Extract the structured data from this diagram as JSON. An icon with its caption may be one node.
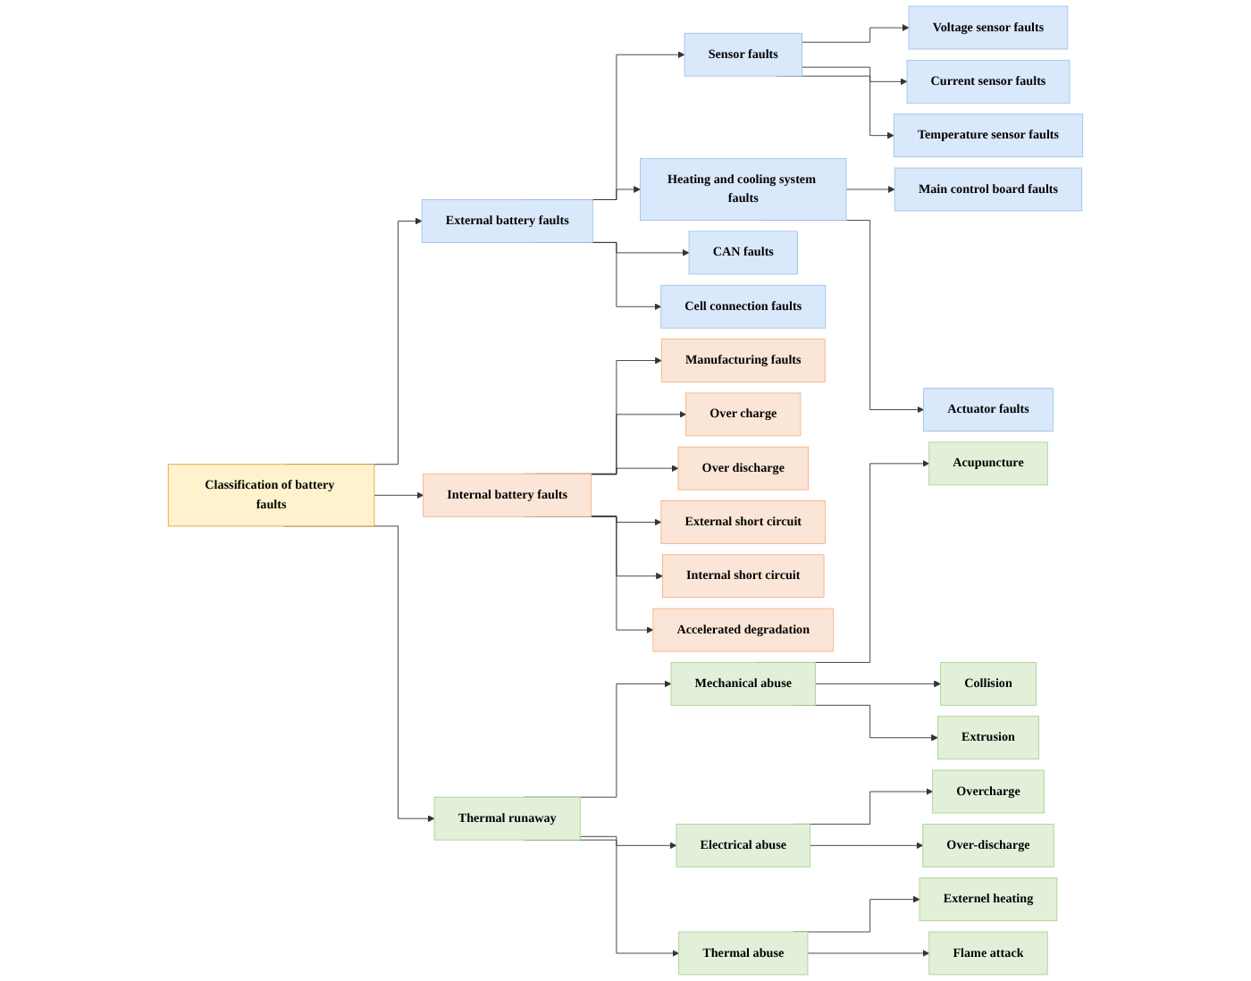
{
  "diagram": {
    "nodes": [
      {
        "text": [
          "Classification of battery faults"
        ]
      },
      {
        "text": [
          "External battery faults"
        ]
      },
      {
        "text": [
          "Sensor faults"
        ]
      },
      {
        "text": [
          "Voltage sensor faults"
        ]
      },
      {
        "text": [
          "Current sensor faults"
        ]
      },
      {
        "text": [
          "Temperature sensor faults"
        ]
      },
      {
        "text": [
          "Heating and cooling system faults"
        ]
      },
      {
        "text": [
          "Main control board faults"
        ]
      },
      {
        "text": [
          "Actuator faults"
        ]
      },
      {
        "text": [
          "CAN faults"
        ]
      },
      {
        "text": [
          "Cell connection faults"
        ]
      },
      {
        "text": [
          "Internal battery faults"
        ]
      },
      {
        "text": [
          "Manufacturing faults"
        ]
      },
      {
        "text": [
          "Over charge"
        ]
      },
      {
        "text": [
          "Over discharge"
        ]
      },
      {
        "text": [
          "External short circuit"
        ]
      },
      {
        "text": [
          "Internal short circuit"
        ]
      },
      {
        "text": [
          "Accelerated degradation"
        ]
      },
      {
        "text": [
          "Thermal runaway"
        ]
      },
      {
        "text": [
          "Mechanical abuse"
        ]
      },
      {
        "text": [
          "Acupuncture"
        ]
      },
      {
        "text": [
          "Collision"
        ]
      },
      {
        "text": [
          "Extrusion"
        ]
      },
      {
        "text": [
          "Electrical abuse"
        ]
      },
      {
        "text": [
          "Overcharge"
        ]
      },
      {
        "text": [
          "Over-discharge"
        ]
      },
      {
        "text": [
          "Thermal abuse"
        ]
      },
      {
        "text": [
          "Externel heating"
        ]
      },
      {
        "text": [
          "Flame attack"
        ]
      }
    ],
    "edges": [
      {
        "from": 0,
        "to": 1,
        "arrow": "to"
      },
      {
        "from": 0,
        "to": 11,
        "arrow": "to"
      },
      {
        "from": 0,
        "to": 18,
        "arrow": "to"
      },
      {
        "from": 1,
        "to": 2,
        "arrow": "to"
      },
      {
        "from": 1,
        "to": 6,
        "arrow": "to"
      },
      {
        "from": 1,
        "to": 9,
        "arrow": "to"
      },
      {
        "from": 1,
        "to": 10,
        "arrow": "to"
      },
      {
        "from": 11,
        "to": 12,
        "arrow": "to"
      },
      {
        "from": 11,
        "to": 13,
        "arrow": "to"
      },
      {
        "from": 11,
        "to": 14,
        "arrow": "to"
      },
      {
        "from": 11,
        "to": 15,
        "arrow": "to"
      },
      {
        "from": 11,
        "to": 16,
        "arrow": "to"
      },
      {
        "from": 11,
        "to": 17,
        "arrow": "to"
      },
      {
        "from": 18,
        "to": 19,
        "arrow": "to"
      },
      {
        "from": 18,
        "to": 23,
        "arrow": "to"
      },
      {
        "from": 18,
        "to": 26,
        "arrow": "to"
      },
      {
        "from": 2,
        "to": 3,
        "arrow": "to"
      },
      {
        "from": 2,
        "to": 4,
        "arrow": "to"
      },
      {
        "from": 2,
        "to": 5,
        "arrow": "to"
      },
      {
        "from": 6,
        "to": 7,
        "arrow": "to"
      },
      {
        "from": 6,
        "to": 8,
        "arrow": "to"
      },
      {
        "from": 19,
        "to": 20,
        "arrow": "to"
      },
      {
        "from": 19,
        "to": 21,
        "arrow": "to"
      },
      {
        "from": 19,
        "to": 22,
        "arrow": "to"
      },
      {
        "from": 23,
        "to": 24,
        "arrow": "to"
      },
      {
        "from": 23,
        "to": 25,
        "arrow": "to"
      },
      {
        "from": 26,
        "to": 27,
        "arrow": "to"
      },
      {
        "from": 26,
        "to": 28,
        "arrow": "to"
      }
    ]
  }
}
